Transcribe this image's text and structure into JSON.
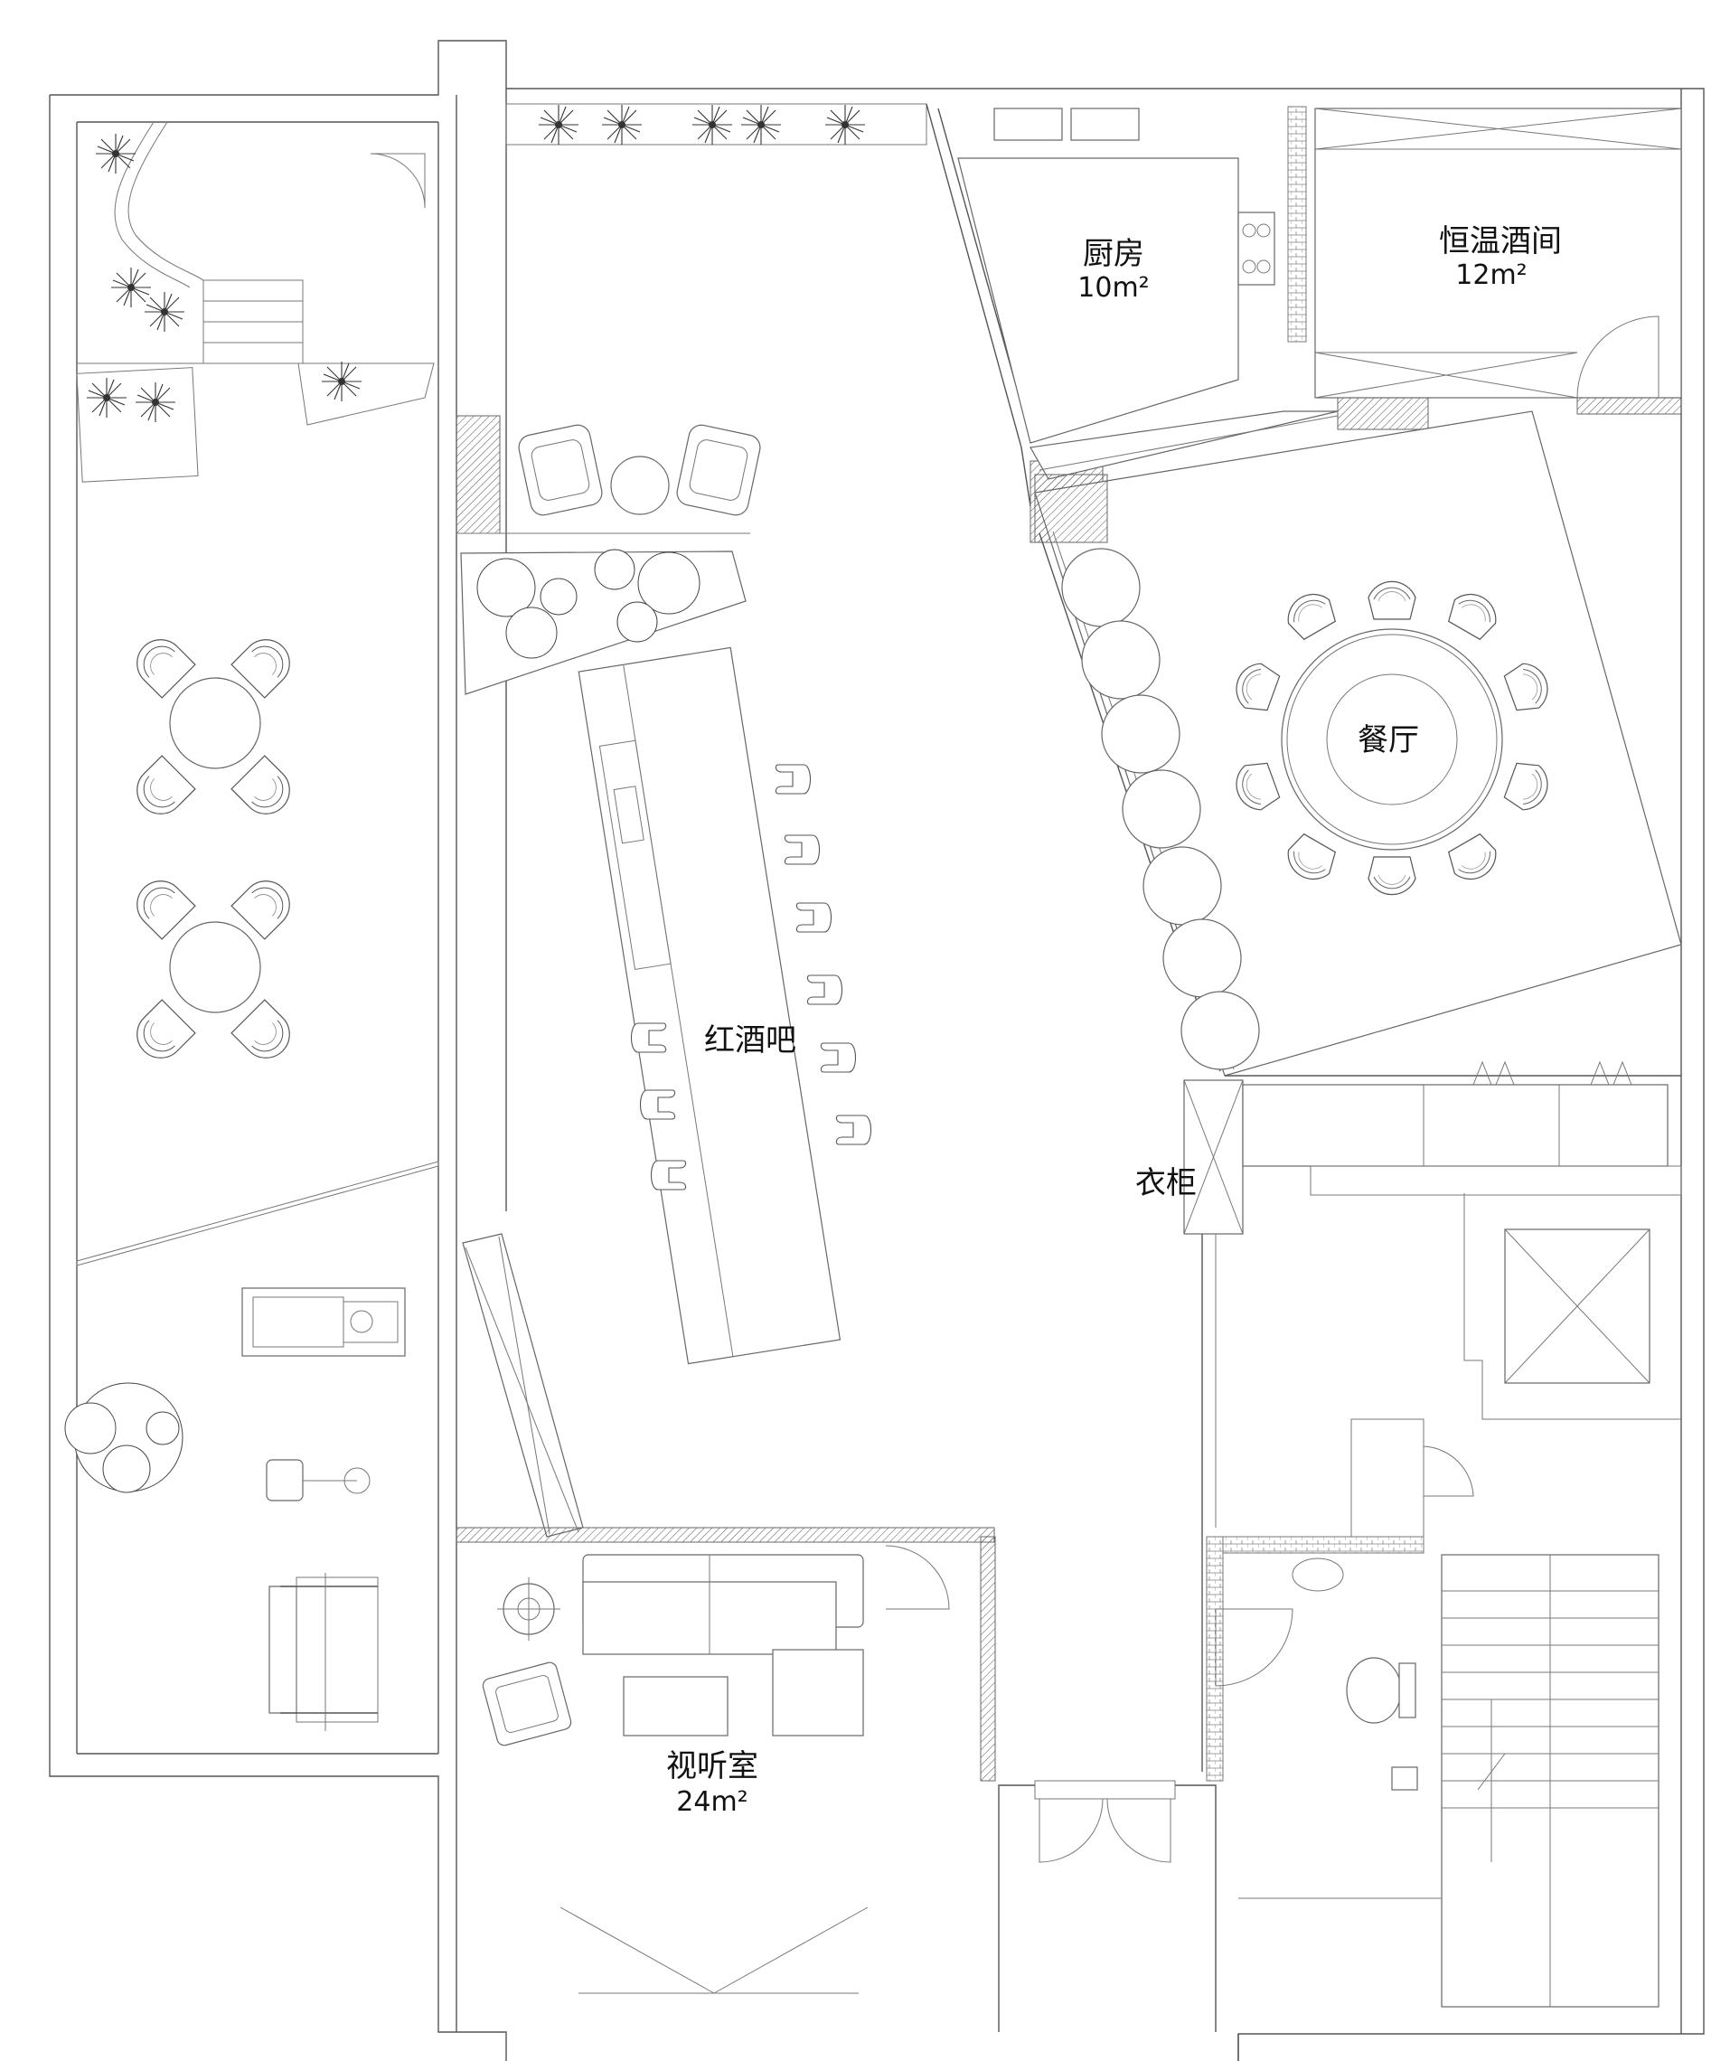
{
  "rooms": {
    "kitchen": {
      "name": "厨房",
      "area": "10m²"
    },
    "wine_cellar": {
      "name": "恒温酒间",
      "area": "12m²"
    },
    "dining": {
      "name": "餐厅"
    },
    "wine_bar": {
      "name": "红酒吧"
    },
    "wardrobe": {
      "name": "衣柜"
    },
    "av_room": {
      "name": "视听室",
      "area": "24m²"
    }
  }
}
